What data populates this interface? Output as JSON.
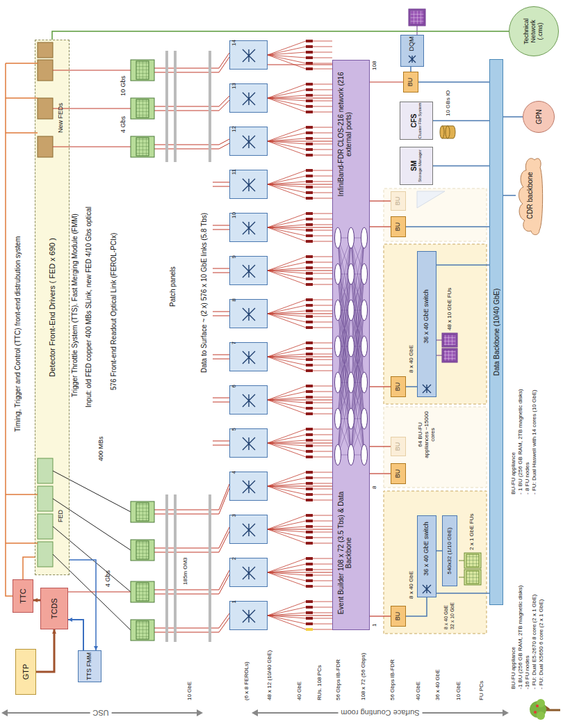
{
  "diagram": {
    "nodes": [
      {
        "text": [
          "GTP"
        ]
      },
      {
        "text": [
          "TCDS"
        ]
      },
      {
        "text": [
          "TTC"
        ]
      },
      {
        "text": [
          "TTS FMM"
        ]
      },
      {
        "text": [
          "Detector Front-End Drivers ( FED x 690 )"
        ]
      },
      {
        "text": [
          "1"
        ]
      },
      {
        "text": [
          "2"
        ]
      },
      {
        "text": [
          "3"
        ]
      },
      {
        "text": [
          "4"
        ]
      },
      {
        "text": [
          "5"
        ]
      },
      {
        "text": [
          "6"
        ]
      },
      {
        "text": [
          "7"
        ]
      },
      {
        "text": [
          "8"
        ]
      },
      {
        "text": [
          "9"
        ]
      },
      {
        "text": [
          "10"
        ]
      },
      {
        "text": [
          "11"
        ]
      },
      {
        "text": [
          "12"
        ]
      },
      {
        "text": [
          "13"
        ]
      },
      {
        "text": [
          "14"
        ]
      },
      {
        "text": [
          "Event Builder 108 x 72 (3.5 Tbs) & Data Backbone",
          "InfiniBand-FDR CLOS-216 network (216 external ports)"
        ]
      },
      {
        "text": [
          "BU"
        ]
      },
      {
        "text": [
          "36 x 40 GbE switch"
        ]
      },
      {
        "text": [
          "540x32 (1/10 GbE)"
        ]
      },
      {
        "text": [
          "BU"
        ]
      },
      {
        "text": [
          "BU"
        ]
      },
      {
        "text": [
          "BU"
        ]
      },
      {
        "text": [
          "36 x 40 GbE switch"
        ]
      },
      {
        "text": [
          "BU"
        ]
      },
      {
        "text": [
          "BU"
        ]
      },
      {
        "text": [
          "SM",
          "Storage Manager"
        ]
      },
      {
        "text": [
          "CFS",
          "Cluster File System"
        ]
      },
      {
        "text": [
          "BU"
        ]
      },
      {
        "text": [
          "DQM"
        ]
      },
      {
        "text": [
          "Data Backbone (10/40 GbE)"
        ]
      },
      {
        "text": [
          "Technical Network (.cms)"
        ]
      },
      {
        "text": [
          "GPN"
        ]
      },
      {
        "text": [
          "CDR backbone"
        ]
      }
    ],
    "edges": [
      {
        "from": 0,
        "to": 1,
        "arrow": "to"
      },
      {
        "from": 1,
        "to": 2,
        "arrow": "to"
      },
      {
        "from": 3,
        "to": 1,
        "arrow": "to"
      },
      {
        "from": 4,
        "to": 3,
        "arrow": "to"
      },
      {
        "from": 2,
        "to": 4,
        "arrow": "none"
      },
      {
        "from": 5,
        "to": 19,
        "arrow": "none"
      },
      {
        "from": 6,
        "to": 19,
        "arrow": "none"
      },
      {
        "from": 7,
        "to": 19,
        "arrow": "none"
      },
      {
        "from": 8,
        "to": 19,
        "arrow": "none"
      },
      {
        "from": 9,
        "to": 19,
        "arrow": "none"
      },
      {
        "from": 10,
        "to": 19,
        "arrow": "none"
      },
      {
        "from": 11,
        "to": 19,
        "arrow": "none"
      },
      {
        "from": 12,
        "to": 19,
        "arrow": "none"
      },
      {
        "from": 13,
        "to": 19,
        "arrow": "none"
      },
      {
        "from": 14,
        "to": 19,
        "arrow": "none"
      },
      {
        "from": 15,
        "to": 19,
        "arrow": "none"
      },
      {
        "from": 16,
        "to": 19,
        "arrow": "none"
      },
      {
        "from": 17,
        "to": 19,
        "arrow": "none"
      },
      {
        "from": 18,
        "to": 19,
        "arrow": "none"
      },
      {
        "from": 19,
        "to": 20,
        "arrow": "none"
      },
      {
        "from": 19,
        "to": 23,
        "arrow": "none"
      },
      {
        "from": 19,
        "to": 24,
        "arrow": "none"
      },
      {
        "from": 19,
        "to": 25,
        "arrow": "none"
      },
      {
        "from": 19,
        "to": 27,
        "arrow": "none"
      },
      {
        "from": 19,
        "to": 28,
        "arrow": "none"
      },
      {
        "from": 19,
        "to": 31,
        "arrow": "none"
      },
      {
        "from": 20,
        "to": 21,
        "arrow": "none"
      },
      {
        "from": 21,
        "to": 22,
        "arrow": "none"
      },
      {
        "from": 21,
        "to": 33,
        "arrow": "none"
      },
      {
        "from": 25,
        "to": 26,
        "arrow": "none"
      },
      {
        "from": 26,
        "to": 33,
        "arrow": "none"
      },
      {
        "from": 27,
        "to": 33,
        "arrow": "none"
      },
      {
        "from": 29,
        "to": 33,
        "arrow": "none"
      },
      {
        "from": 30,
        "to": 33,
        "arrow": "none"
      },
      {
        "from": 33,
        "to": 31,
        "arrow": "none"
      },
      {
        "from": 31,
        "to": 32,
        "arrow": "none"
      },
      {
        "from": 34,
        "to": 4,
        "arrow": "none"
      },
      {
        "from": 35,
        "to": 33,
        "arrow": "none"
      },
      {
        "from": 36,
        "to": 33,
        "arrow": "none"
      }
    ],
    "labels": [
      "Timing, Trigger and Control (TTC) front-end distrubution system",
      "Trigger Throttle System (TTS). Fast Merging Module (FMM)",
      "Input: old FED copper 400 MBs SLink, new FED 4/10 Gbs optical",
      "576 Front-end Readout Optical Link (FEROL-PCIx)",
      "Patch panels",
      "Data to Surface ~ (2 x) 576 x 10 GbE links (5.8 Tbs)",
      "FED",
      "New FEDs",
      "400 MBs",
      "4 Gbs",
      "4 Gbs",
      "10 Gbs",
      "185m OM3",
      "USC",
      "Surface Counting room",
      "10 GbE",
      "(6 x 8 FEROLs)",
      "48 x 12 (10/40 GbE)",
      "40 GbE",
      "RUs. 108 PCs",
      "56 Gbps IB-FDR",
      "108 x 72 (56 Gbps)",
      "56 Gbps IB-FDR",
      "40 GbE",
      "36 x 40 GbE",
      "10 GbE",
      "FU PCs",
      "8 x 40 GbE",
      "8 x 40 GbE",
      "32 x 10 GbE",
      "2 x 1 GbE FUs",
      "8 x 40 GbE",
      "64 BU-FU appliances ~15000 cores",
      "48 x 10 GbE FUs",
      "10 GBs IO",
      "1",
      "8",
      "108",
      "BU-FU appliance",
      "-1 BU (256 GB RAM, 2TB magnetic disks)",
      "-16 FU nodes",
      "- FU: Dual E5-2670 8 core (2 x 1 GbE)",
      "- FU: Dual X5650 6 core (2 x 1 GbE)",
      "BU-FU appliance",
      "- 1 BU (256 GB RAM, 2TB magnetic disks)",
      "- 8 FU nodes",
      "- FU: Dual Haswell with 14 cores (10 GbE)"
    ]
  }
}
